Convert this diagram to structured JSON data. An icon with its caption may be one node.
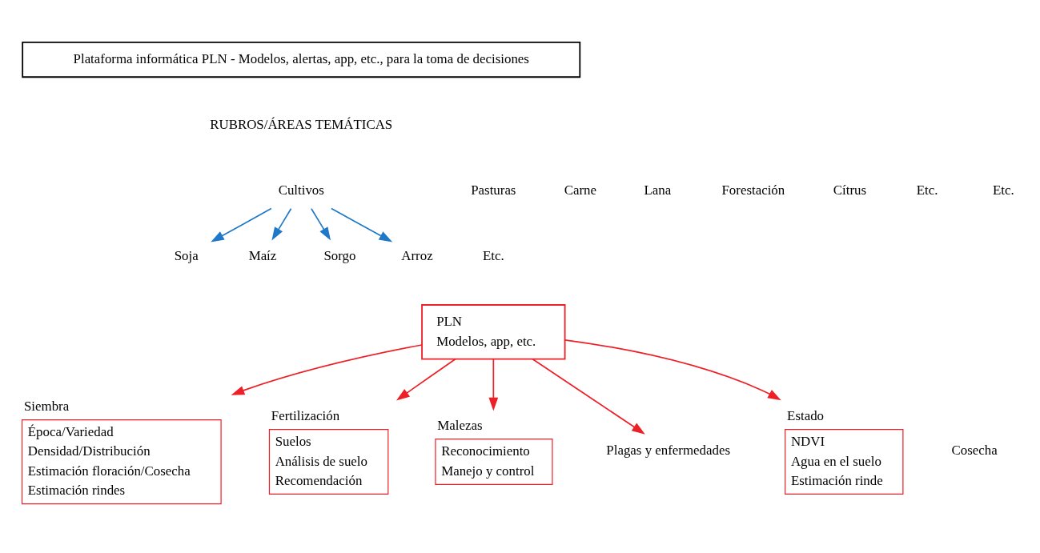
{
  "diagram": {
    "nodes": [
      {
        "text": [
          "Plataforma informática PLN - Modelos, alertas, app, etc., para la toma de decisiones"
        ]
      },
      {
        "text": [
          "Cultivos"
        ]
      },
      {
        "text": [
          "Soja"
        ]
      },
      {
        "text": [
          "Maíz"
        ]
      },
      {
        "text": [
          "Sorgo"
        ]
      },
      {
        "text": [
          "Arroz"
        ]
      },
      {
        "text": [
          "PLN",
          "Modelos, app, etc."
        ]
      },
      {
        "text": [
          "Siembra",
          "Época/Variedad",
          "Densidad/Distribución",
          "Estimación floración/Cosecha",
          "Estimación rindes"
        ]
      },
      {
        "text": [
          "Fertilización",
          "Suelos",
          "Análisis de suelo",
          "Recomendación"
        ]
      },
      {
        "text": [
          "Malezas",
          "Reconocimiento",
          "Manejo y control"
        ]
      },
      {
        "text": [
          "Plagas y enfermedades"
        ]
      },
      {
        "text": [
          "Estado",
          "NDVI",
          "Agua en el suelo",
          "Estimación rinde"
        ]
      }
    ],
    "edges": [
      {
        "from": 1,
        "to": 2,
        "arrow": "to",
        "color": "#1f78c8"
      },
      {
        "from": 1,
        "to": 3,
        "arrow": "to",
        "color": "#1f78c8"
      },
      {
        "from": 1,
        "to": 4,
        "arrow": "to",
        "color": "#1f78c8"
      },
      {
        "from": 1,
        "to": 5,
        "arrow": "to",
        "color": "#1f78c8"
      },
      {
        "from": 6,
        "to": 7,
        "arrow": "to",
        "color": "#ee2027"
      },
      {
        "from": 6,
        "to": 8,
        "arrow": "to",
        "color": "#ee2027"
      },
      {
        "from": 6,
        "to": 9,
        "arrow": "to",
        "color": "#ee2027"
      },
      {
        "from": 6,
        "to": 10,
        "arrow": "to",
        "color": "#ee2027"
      },
      {
        "from": 6,
        "to": 11,
        "arrow": "to",
        "color": "#ee2027"
      }
    ],
    "labels": [
      "RUBROS/ÁREAS TEMÁTICAS",
      "Pasturas",
      "Carne",
      "Lana",
      "Forestación",
      "Cítrus",
      "Etc.",
      "Etc.",
      "Etc.",
      "Cosecha"
    ]
  }
}
